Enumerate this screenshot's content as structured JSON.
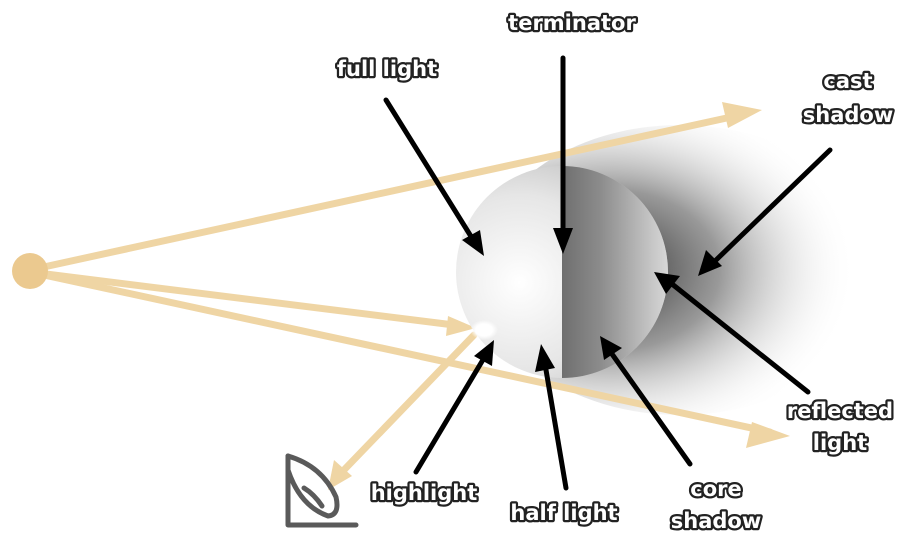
{
  "labels": {
    "terminator": "terminator",
    "full_light": "full light",
    "cast_shadow_1": "cast",
    "cast_shadow_2": "shadow",
    "reflected_light_1": "reflected",
    "reflected_light_2": "light",
    "highlight": "highlight",
    "half_light": "half light",
    "core_shadow_1": "core",
    "core_shadow_2": "shadow"
  },
  "colors": {
    "light_ray": "#efd5a4",
    "light_source": "#ebc98f",
    "arrow": "#000000",
    "eye_icon": "#5a5a5a",
    "label_outline": "#222222",
    "label_fill": "#ffffff"
  },
  "icons": {
    "light_source": "light-source-icon",
    "eye": "eye-icon"
  }
}
